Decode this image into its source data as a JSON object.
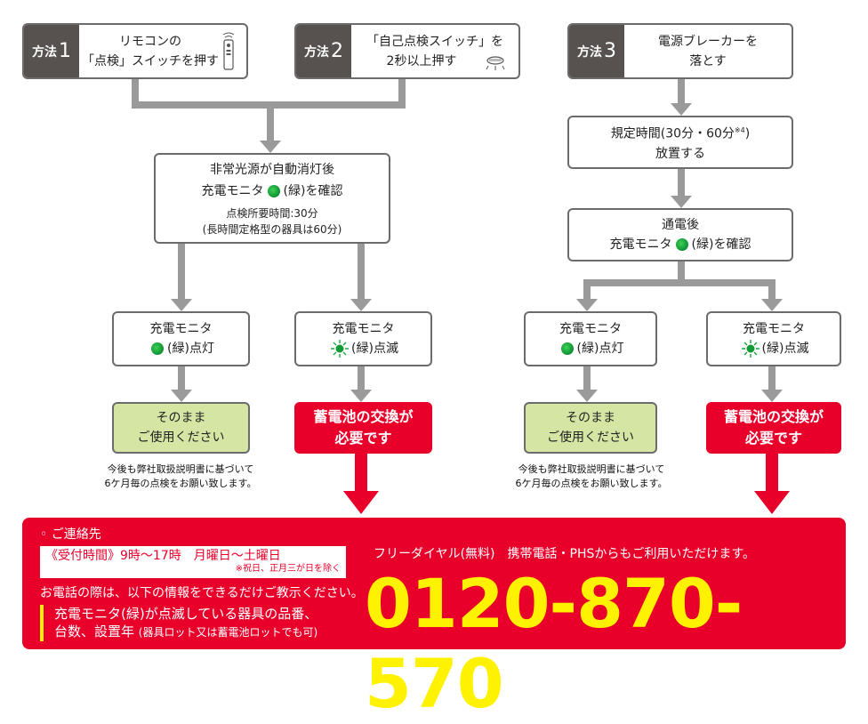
{
  "methods": [
    {
      "tag": "方法",
      "num": "1",
      "line1": "リモコンの",
      "line2": "「点検」スイッチを押す",
      "icon": "remote-control-icon"
    },
    {
      "tag": "方法",
      "num": "2",
      "line1": "「自己点検スイッチ」を",
      "line2": "2秒以上押す",
      "icon": "ceiling-light-icon"
    },
    {
      "tag": "方法",
      "num": "3",
      "line1": "電源ブレーカーを",
      "line2": "落とす"
    }
  ],
  "left": {
    "process": {
      "line1": "非常光源が自動消灯後",
      "line2a": "充電モニタ",
      "line2b": "(緑)を確認",
      "sub1": "点検所要時間:30分",
      "sub2": "(長時間定格型の器具は60分)"
    },
    "lit": {
      "title": "充電モニタ",
      "label": "(緑)点灯"
    },
    "blink": {
      "title": "充電モニタ",
      "label": "(緑)点滅"
    },
    "ok": {
      "line1": "そのまま",
      "line2": "ご使用ください"
    },
    "replace": {
      "line1": "蓄電池の交換が",
      "line2": "必要です"
    },
    "note": {
      "line1": "今後も弊社取扱説明書に基づいて",
      "line2": "6ケ月毎の点検をお願い致します。"
    }
  },
  "right": {
    "wait": {
      "line1a": "規定時間(30分・60分",
      "sup": "※4",
      "line1b": ")",
      "line2": "放置する"
    },
    "power": {
      "line1": "通電後",
      "line2a": "充電モニタ",
      "line2b": "(緑)を確認"
    },
    "lit": {
      "title": "充電モニタ",
      "label": "(緑)点灯"
    },
    "blink": {
      "title": "充電モニタ",
      "label": "(緑)点滅"
    },
    "ok": {
      "line1": "そのまま",
      "line2": "ご使用ください"
    },
    "replace": {
      "line1": "蓄電池の交換が",
      "line2": "必要です"
    },
    "note": {
      "line1": "今後も弊社取扱説明書に基づいて",
      "line2": "6ケ月毎の点検をお願い致します。"
    }
  },
  "contact": {
    "title": "◦ ご連絡先",
    "hours": "《受付時間》9時〜17時　月曜日〜土曜日",
    "hours_note": "※祝日、正月三が日を除く",
    "info": "お電話の際は、以下の情報をできるだけご教示ください。",
    "item1": "充電モニタ(緑)が点滅している器具の品番、",
    "item2": "台数、設置年",
    "item2_note": "(器具ロット又は蓄電池ロットでも可)",
    "free": "フリーダイヤル(無料)　携帯電話・PHSからもご利用いただけます。",
    "phone": "0120-870-570"
  },
  "colors": {
    "connector": "#9a9a9a",
    "tag_bg": "#57514f",
    "green_box": "#d5e6a4",
    "red": "#e8002b",
    "phone": "#fff200"
  }
}
